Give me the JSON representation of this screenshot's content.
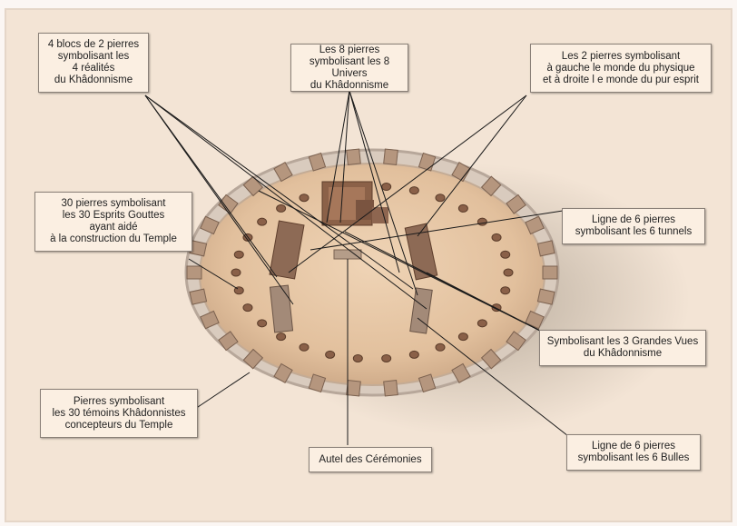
{
  "labels": {
    "four_blocks": "4 blocs de 2 pierres\nsymbolisant les\n4 réalités\ndu Khâdonnisme",
    "eight_stones": "Les 8 pierres\nsymbolisant les 8 Univers\ndu Khâdonnisme",
    "two_stones": "Les 2 pierres symbolisant\nà gauche le monde du physique\net à droite l e monde du pur esprit",
    "thirty_stones": "30 pierres symbolisant\nles 30 Esprits Gouttes\nayant aidé\nà la construction du Temple",
    "tunnels": "Ligne de 6 pierres\nsymbolisant les 6 tunnels",
    "three_views": "Symbolisant les 3 Grandes Vues\ndu Khâdonnisme",
    "witnesses": "Pierres symbolisant\nles 30 témoins Khâdonnistes\nconcepteurs du Temple",
    "altar": "Autel des Cérémonies",
    "bubbles": "Ligne de 6 pierres\nsymbolisant les 6 Bulles"
  },
  "colors": {
    "paper": "#f4e3d1",
    "ground": "#e8c8a6",
    "wall": "#dfd3c8",
    "stone": "#8a6048",
    "line": "#1a1a1a"
  }
}
